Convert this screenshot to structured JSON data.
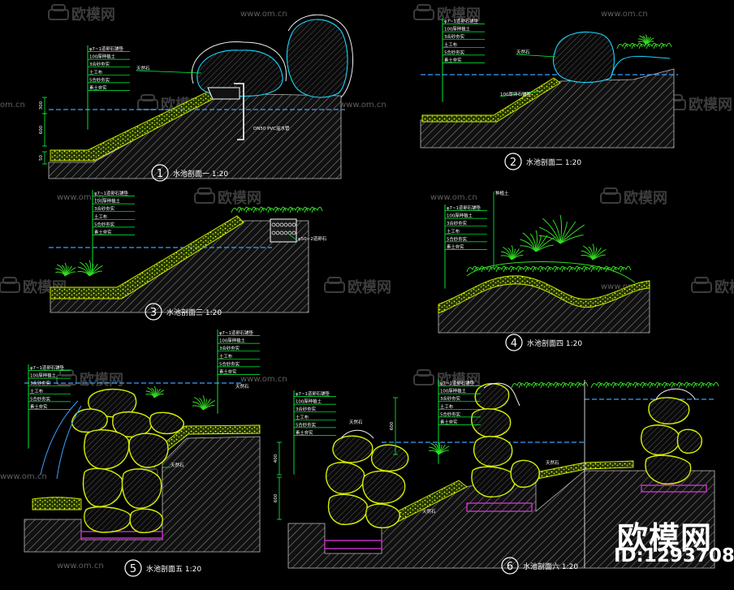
{
  "watermark": {
    "site": "www.om.cn",
    "short": "om.cn",
    "brand": "欧模网"
  },
  "brand_box": {
    "title": "欧模网",
    "id": "ID:1293708"
  },
  "sections": [
    {
      "num": "1",
      "title": "水池剖面一  1:20",
      "layers": [
        "φ7~1道卵石铺垫",
        "100厚种植土",
        "3合砂夯实",
        "土工布",
        "5合砂夯实",
        "素土夯实"
      ],
      "notes": [
        "天然石",
        "DN50 PVC溢水管"
      ],
      "dims": [
        "600",
        "50",
        "300"
      ]
    },
    {
      "num": "2",
      "title": "水池剖面二  1:20",
      "layers": [
        "φ7~1道卵石铺垫",
        "100厚种植土",
        "3合砂夯实",
        "土工布",
        "5合砂夯实",
        "素土夯实"
      ],
      "notes": [
        "天然石",
        "100厚卵石铺垫"
      ]
    },
    {
      "num": "3",
      "title": "水池剖面三  1:20",
      "layers": [
        "φ7~1道卵石铺垫",
        "100厚种植土",
        "3合砂夯实",
        "土工布",
        "5合砂夯实",
        "素土夯实"
      ],
      "notes": [
        "φ50~2道卵石"
      ]
    },
    {
      "num": "4",
      "title": "水池剖面四  1:20",
      "layers": [
        "种植土",
        "φ7~1道卵石铺垫",
        "100厚种植土",
        "3合砂夯实",
        "土工布",
        "5合砂夯实",
        "素土夯实"
      ]
    },
    {
      "num": "5",
      "title": "水池剖面五  1:20",
      "layers": [
        "φ7~1道卵石铺垫",
        "100厚种植土",
        "3合砂夯实",
        "土工布",
        "5合砂夯实",
        "素土夯实"
      ],
      "layers_b": [
        "φ7~1道卵石铺垫",
        "100厚种植土",
        "3合砂夯实",
        "土工布",
        "5合砂夯实",
        "素土夯实"
      ],
      "notes": [
        "天然石",
        "天然石"
      ]
    },
    {
      "num": "6",
      "title": "水池剖面六  1:20",
      "layers": [
        "φ7~1道卵石铺垫",
        "100厚种植土",
        "3合砂夯实",
        "土工布",
        "5合砂夯实",
        "素土夯实"
      ],
      "layers_b": [
        "φ7~1道卵石铺垫",
        "100厚种植土",
        "3合砂夯实",
        "土工布",
        "5合砂夯实",
        "素土夯实"
      ],
      "notes": [
        "天然石",
        "天然石",
        "天然石"
      ],
      "dims": [
        "600",
        "400",
        "600"
      ]
    }
  ],
  "colors": {
    "line": "#00ff3c",
    "water": "#3aa0ff",
    "ground": "#e6e6e6",
    "gravel": "#d8f000",
    "rock": "#18d8ff",
    "plant": "#33dd22",
    "membrane": "#d030d0"
  },
  "icons": [
    "logo-sofa-icon"
  ]
}
